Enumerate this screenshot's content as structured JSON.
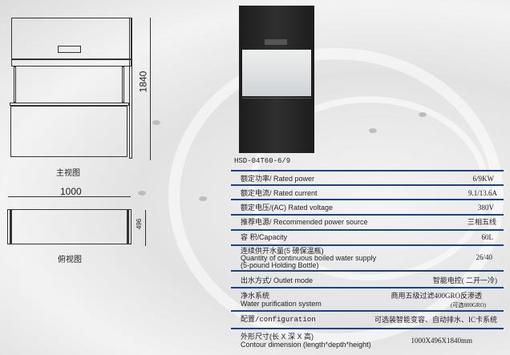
{
  "drawing": {
    "height_dim": "1840",
    "front_caption": "主视图",
    "width_dim": "1000",
    "depth_dim": "496",
    "top_caption": "俯视图"
  },
  "product": {
    "model": "HSD-04T60-6/9"
  },
  "specs": [
    {
      "label": "额定功率/ Rated power",
      "value": "6/9KW"
    },
    {
      "label": "额定电流/ Rated current",
      "value": "9.1/13.6A"
    },
    {
      "label": "额定电压/(AC) Rated voltage",
      "value": "380V"
    },
    {
      "label": "推荐电源/ Recommended power source",
      "value": "三相五线"
    },
    {
      "label": "容  积/Capacity",
      "value": "60L"
    },
    {
      "label": "连续供开水量(5 磅保温瓶)",
      "label2": "Quantity of continuous boiled water supply",
      "label3": "(5-pound Holding Bottle)",
      "value": "26/40"
    },
    {
      "label": "出水方式/ Outlet mode",
      "value": "智能电控( 二开一冷)"
    },
    {
      "label": "净水系统",
      "label2": "Water purification system",
      "value": "商用五级过滤400GRO反渗透",
      "value2": "(可选800GRO)"
    },
    {
      "label": "配置/configuration",
      "value": "可选装智能变容、自动排水、IC卡系统"
    },
    {
      "label": "外形尺寸(长 X 深 X 高)",
      "label2": "Contour dimension (length*depth*height)",
      "value": "1000X496X1840mm"
    }
  ]
}
